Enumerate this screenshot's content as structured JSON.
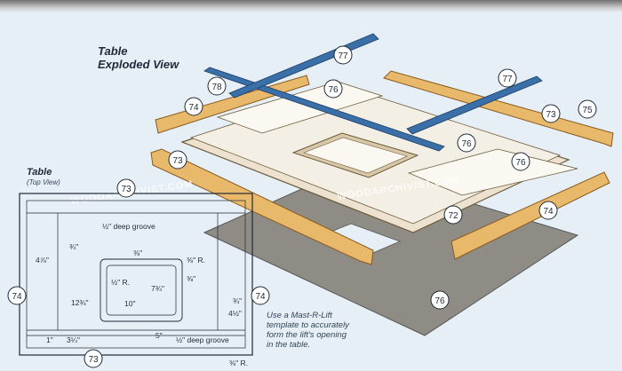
{
  "exploded": {
    "title_line1": "Table",
    "title_line2": "Exploded View"
  },
  "topview": {
    "title": "Table",
    "subtitle": "(Top View)"
  },
  "note_lines": [
    "Use a Mast-R-Lift",
    "template to accurately",
    "form the lift's opening",
    "in the table."
  ],
  "watermark": "WOODARCHIVIST.COM",
  "callouts": {
    "c77a": "77",
    "c77b": "77",
    "c78": "78",
    "c76a": "76",
    "c74a": "74",
    "c73a": "73",
    "c75": "75",
    "c73b": "73",
    "c76b": "76",
    "c76c": "76",
    "c72": "72",
    "c74b": "74",
    "c76d": "76",
    "c73c": "73",
    "c74c": "74",
    "c74d": "74",
    "c73d": "73"
  },
  "dims": {
    "groove_top": "½\" deep groove",
    "d_3_4_a": "¾\"",
    "d_4_7_8": "4⅞\"",
    "d_3_8_a": "⅜\"",
    "d_3_8_r": "⅜\" R.",
    "d_1_2_r": "½\" R.",
    "d_7_3_4": "7¾\"",
    "d_3_8_b": "⅜\"",
    "d_12_3_4": "12¾\"",
    "d_10": "10\"",
    "d_3_4_b": "¾\"",
    "d_4_1_2": "4½\"",
    "d_1": "1\"",
    "d_3_1_4": "3¼\"",
    "d_5": "5\"",
    "groove_bottom": "½\" deep groove",
    "d_3_8_r_b": "⅜\" R."
  },
  "colors": {
    "background": "#e6eff6",
    "wood": "#e8b96a",
    "wood_dark": "#b98438",
    "steel": "#3a6fa8",
    "board": "#f2ede4",
    "carpet": "#8f8c86",
    "line": "#1e2a38"
  }
}
